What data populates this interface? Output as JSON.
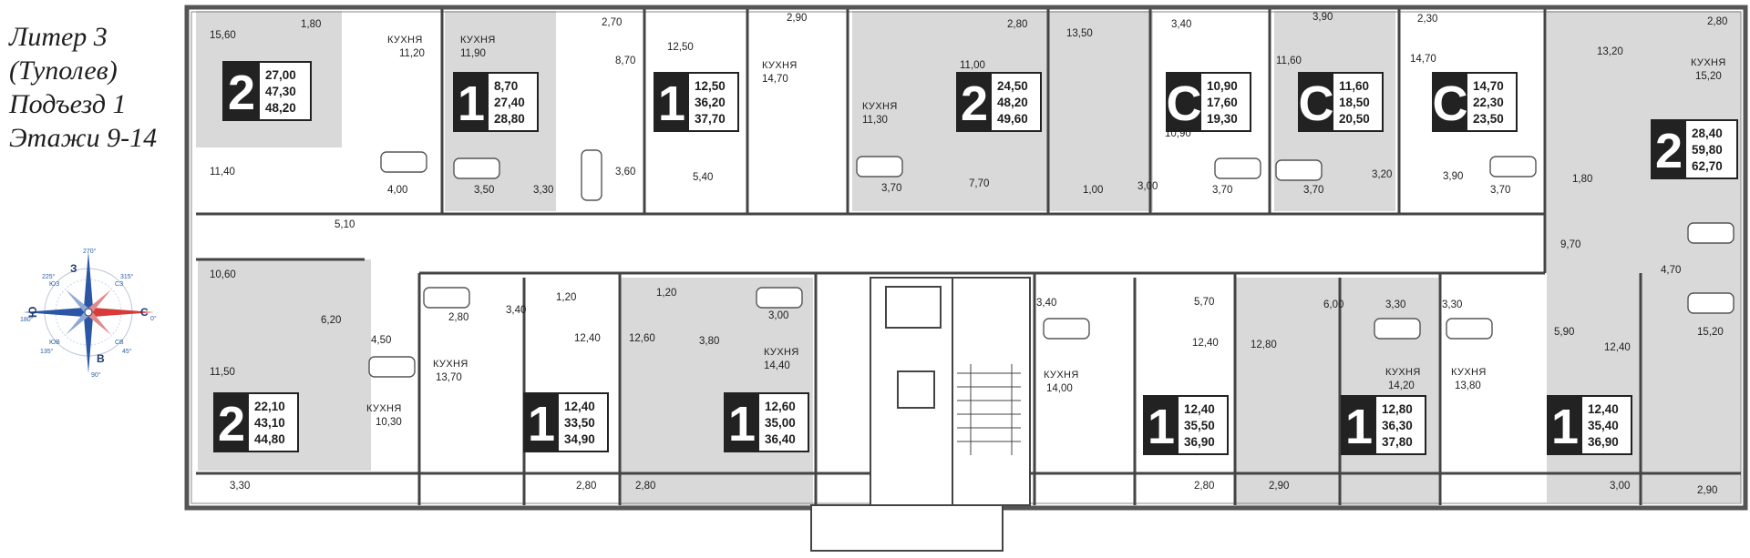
{
  "title": {
    "lines": [
      "Литер 3",
      "(Туполев)",
      "Подъезд 1",
      "Этажи 9-14"
    ]
  },
  "compass": {
    "main": [
      {
        "letter": "С",
        "deg": "0°"
      },
      {
        "letter": "З",
        "deg": "270°"
      },
      {
        "letter": "Ю",
        "deg": "180°"
      },
      {
        "letter": "В",
        "deg": "90°"
      }
    ],
    "minor": [
      {
        "letter": "СЗ",
        "deg": "315°"
      },
      {
        "letter": "ЮЗ",
        "deg": "225°"
      },
      {
        "letter": "ЮВ",
        "deg": "135°"
      },
      {
        "letter": "СВ",
        "deg": "45°"
      }
    ]
  },
  "apartments": [
    {
      "rooms": "2",
      "areas": [
        "27,00",
        "47,30",
        "48,20"
      ]
    },
    {
      "rooms": "1",
      "areas": [
        "8,70",
        "27,40",
        "28,80"
      ]
    },
    {
      "rooms": "1",
      "areas": [
        "12,50",
        "36,20",
        "37,70"
      ]
    },
    {
      "rooms": "2",
      "areas": [
        "24,50",
        "48,20",
        "49,60"
      ]
    },
    {
      "rooms": "С",
      "areas": [
        "10,90",
        "17,60",
        "19,30"
      ]
    },
    {
      "rooms": "С",
      "areas": [
        "11,60",
        "18,50",
        "20,50"
      ]
    },
    {
      "rooms": "С",
      "areas": [
        "14,70",
        "22,30",
        "23,50"
      ]
    },
    {
      "rooms": "2",
      "areas": [
        "28,40",
        "59,80",
        "62,70"
      ]
    },
    {
      "rooms": "2",
      "areas": [
        "22,10",
        "43,10",
        "44,80"
      ]
    },
    {
      "rooms": "1",
      "areas": [
        "12,40",
        "33,50",
        "34,90"
      ]
    },
    {
      "rooms": "1",
      "areas": [
        "12,60",
        "35,00",
        "36,40"
      ]
    },
    {
      "rooms": "1",
      "areas": [
        "12,40",
        "35,50",
        "36,90"
      ]
    },
    {
      "rooms": "1",
      "areas": [
        "12,80",
        "36,30",
        "37,80"
      ]
    },
    {
      "rooms": "1",
      "areas": [
        "12,40",
        "35,40",
        "36,90"
      ]
    }
  ],
  "kitchens": [
    {
      "label": "КУХНЯ",
      "area": "11,20"
    },
    {
      "label": "КУХНЯ",
      "area": "11,90"
    },
    {
      "label": "КУХНЯ",
      "area": "14,70"
    },
    {
      "label": "КУХНЯ",
      "area": "11,30"
    },
    {
      "label": "КУХНЯ",
      "area": "15,20"
    },
    {
      "label": "КУХНЯ",
      "area": "10,30"
    },
    {
      "label": "КУХНЯ",
      "area": "13,70"
    },
    {
      "label": "КУХНЯ",
      "area": "14,40"
    },
    {
      "label": "КУХНЯ",
      "area": "14,00"
    },
    {
      "label": "КУХНЯ",
      "area": "14,20"
    },
    {
      "label": "КУХНЯ",
      "area": "13,80"
    }
  ],
  "room_areas": [
    "15,60",
    "1,80",
    "2,70",
    "8,70",
    "12,50",
    "2,90",
    "2,80",
    "13,50",
    "3,40",
    "3,90",
    "2,30",
    "2,80",
    "13,20",
    "11,00",
    "11,60",
    "14,70",
    "10,90",
    "11,40",
    "4,00",
    "3,50",
    "3,30",
    "3,60",
    "5,40",
    "3,70",
    "7,70",
    "1,00",
    "3,00",
    "3,70",
    "3,70",
    "3,20",
    "3,90",
    "3,70",
    "1,80",
    "5,10",
    "9,70",
    "4,70",
    "10,60",
    "6,20",
    "4,50",
    "2,80",
    "3,40",
    "1,20",
    "1,20",
    "12,40",
    "12,60",
    "3,80",
    "3,00",
    "3,40",
    "5,70",
    "6,00",
    "3,30",
    "3,30",
    "5,90",
    "12,40",
    "12,80",
    "12,40",
    "15,20",
    "11,50",
    "3,30",
    "2,80",
    "2,80",
    "2,80",
    "2,90",
    "3,00",
    "2,90"
  ]
}
